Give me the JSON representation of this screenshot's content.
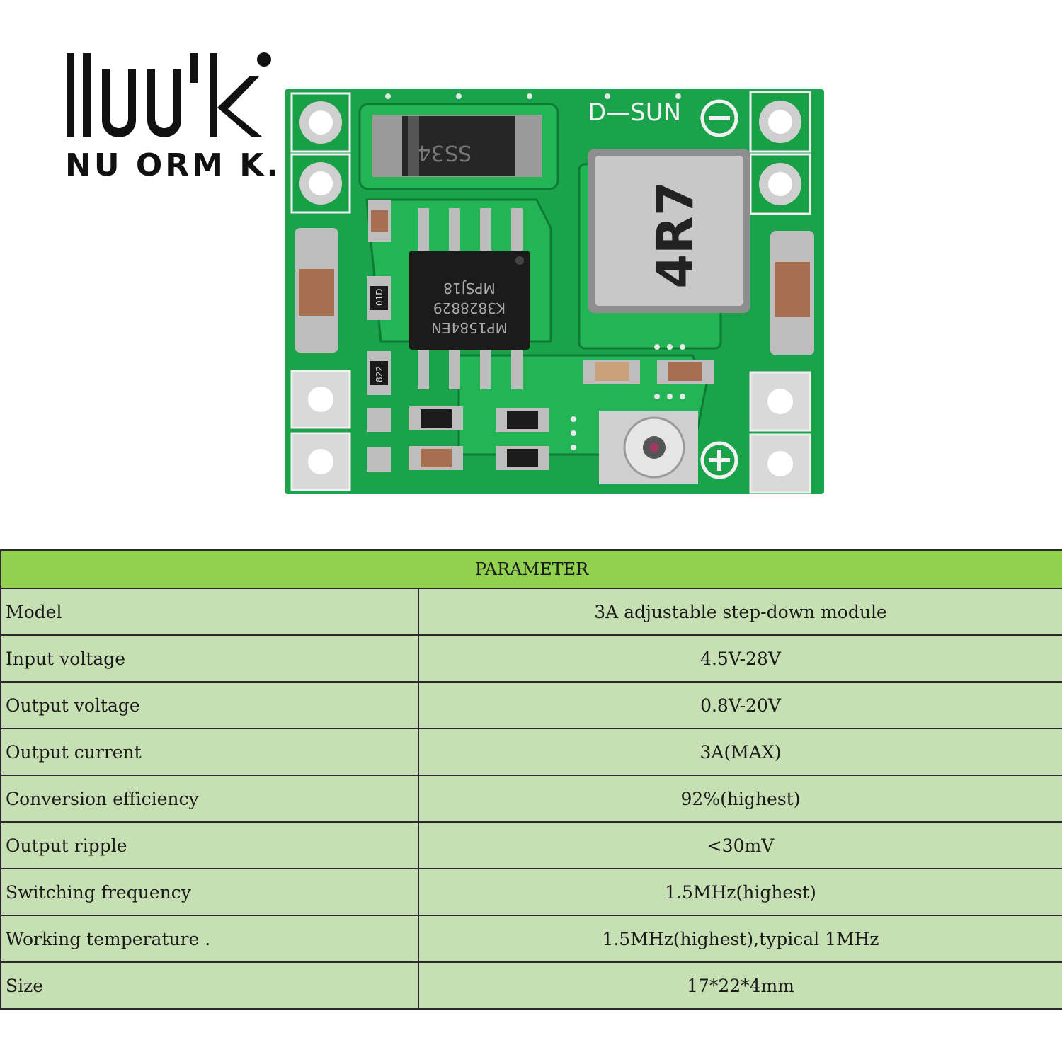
{
  "brand": {
    "logo_text": "NUORMK",
    "wordmark": "NU ORM K."
  },
  "board": {
    "brand_silkscreen": "D—SUN",
    "diode_marking": "SS34",
    "inductor_marking": "4R7",
    "ic_marking_1": "MP1584EN",
    "ic_marking_2": "K3828829",
    "ic_marking_3": "MPSJ18",
    "resistor_marking_1": "01D",
    "resistor_marking_2": "822",
    "colors": {
      "pcb": "#1aa34a",
      "pad": "#d8d8d8",
      "ic": "#1b1b1b"
    }
  },
  "table": {
    "header": "PARAMETER",
    "rows": [
      {
        "label": "Model",
        "value": "3A adjustable step-down module"
      },
      {
        "label": "Input voltage",
        "value": "4.5V-28V"
      },
      {
        "label": "Output voltage",
        "value": "0.8V-20V"
      },
      {
        "label": "Output current",
        "value": "3A(MAX)"
      },
      {
        "label": "Conversion efficiency",
        "value": "92%(highest)"
      },
      {
        "label": "Output ripple",
        "value": "<30mV"
      },
      {
        "label": "Switching frequency",
        "value": "1.5MHz(highest)"
      },
      {
        "label": "Working temperature .",
        "value": "1.5MHz(highest),typical 1MHz"
      },
      {
        "label": "Size",
        "value": "17*22*4mm"
      }
    ],
    "colors": {
      "header_bg": "#92d050",
      "row_bg": "#c7e0b3"
    }
  }
}
